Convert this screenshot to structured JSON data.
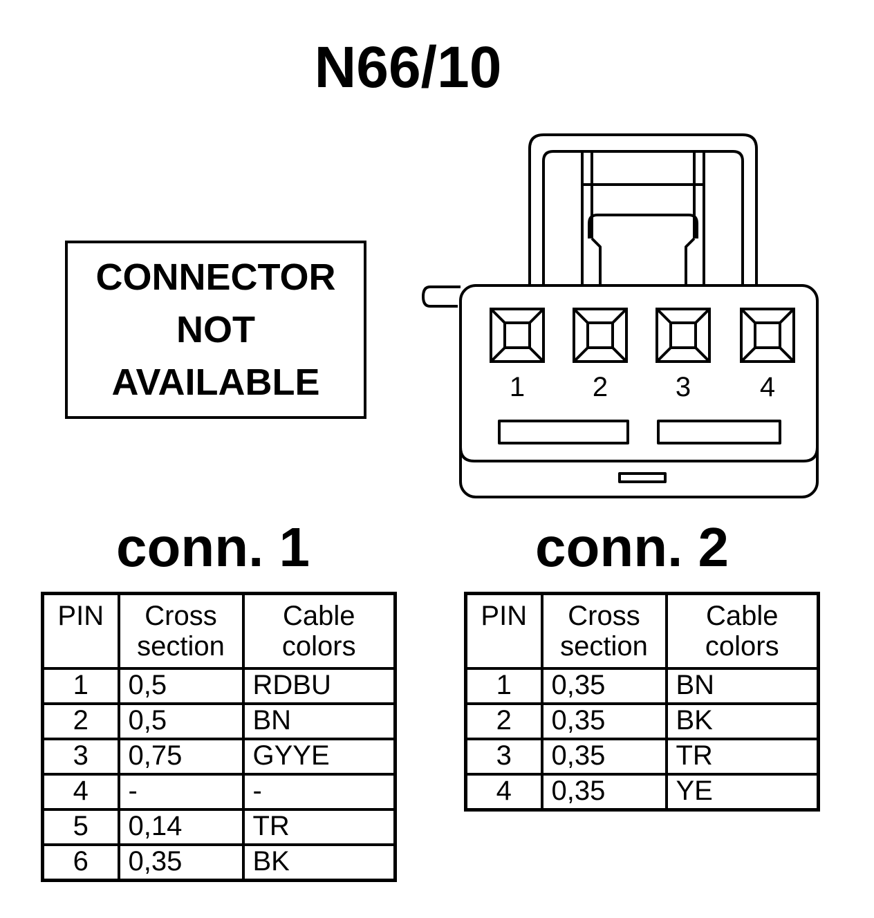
{
  "title": "N66/10",
  "not_available": {
    "line1": "CONNECTOR",
    "line2": "NOT",
    "line3": "AVAILABLE"
  },
  "connector_diagram": {
    "pins": [
      "1",
      "2",
      "3",
      "4"
    ]
  },
  "conn1": {
    "label": "conn. 1",
    "headers": {
      "pin": "PIN",
      "cross_line1": "Cross",
      "cross_line2": "section",
      "color_line1": "Cable",
      "color_line2": "colors"
    },
    "rows": [
      {
        "pin": "1",
        "cross": "0,5",
        "color": "RDBU"
      },
      {
        "pin": "2",
        "cross": "0,5",
        "color": "BN"
      },
      {
        "pin": "3",
        "cross": "0,75",
        "color": "GYYE"
      },
      {
        "pin": "4",
        "cross": "-",
        "color": "-"
      },
      {
        "pin": "5",
        "cross": "0,14",
        "color": "TR"
      },
      {
        "pin": "6",
        "cross": "0,35",
        "color": "BK"
      }
    ]
  },
  "conn2": {
    "label": "conn. 2",
    "headers": {
      "pin": "PIN",
      "cross_line1": "Cross",
      "cross_line2": "section",
      "color_line1": "Cable",
      "color_line2": "colors"
    },
    "rows": [
      {
        "pin": "1",
        "cross": "0,35",
        "color": "BN"
      },
      {
        "pin": "2",
        "cross": "0,35",
        "color": "BK"
      },
      {
        "pin": "3",
        "cross": "0,35",
        "color": "TR"
      },
      {
        "pin": "4",
        "cross": "0,35",
        "color": "YE"
      }
    ]
  }
}
